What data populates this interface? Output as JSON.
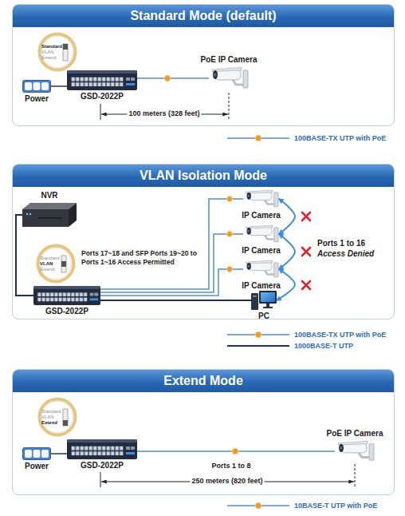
{
  "diagram": {
    "nodes": [
      {
        "text": [
          "Standard Mode (default)"
        ]
      },
      {
        "text": [
          "Standard",
          "VLAN",
          "Extend"
        ],
        "in": 0
      },
      {
        "text": [
          "Power"
        ],
        "in": 0
      },
      {
        "text": [
          "GSD-2022P"
        ],
        "in": 0
      },
      {
        "text": [
          "PoE IP Camera"
        ],
        "in": 0
      },
      {
        "text": [
          "VLAN Isolation Mode"
        ]
      },
      {
        "text": [
          "NVR"
        ],
        "in": 5
      },
      {
        "text": [
          "IP Camera"
        ],
        "in": 5
      },
      {
        "text": [
          "IP Camera"
        ],
        "in": 5
      },
      {
        "text": [
          "Standard",
          "VLAN",
          "Extend"
        ],
        "in": 5
      },
      {
        "text": [
          "IP Camera"
        ],
        "in": 5
      },
      {
        "text": [
          "GSD-2022P"
        ],
        "in": 5
      },
      {
        "text": [
          "PC"
        ],
        "in": 5
      },
      {
        "text": [
          "Extend Mode"
        ]
      },
      {
        "text": [
          "Standard",
          "VLAN",
          "Extend"
        ],
        "in": 13
      },
      {
        "text": [
          "Power"
        ],
        "in": 13
      },
      {
        "text": [
          "GSD-2022P"
        ],
        "in": 13
      },
      {
        "text": [
          "PoE IP Camera"
        ],
        "in": 13
      }
    ],
    "edges": [
      {
        "from": 2,
        "to": 3,
        "arrow": "none"
      },
      {
        "from": 3,
        "to": 4,
        "arrow": "none"
      },
      {
        "from": 6,
        "to": 11,
        "arrow": "none"
      },
      {
        "from": 11,
        "to": 7,
        "arrow": "none"
      },
      {
        "from": 11,
        "to": 8,
        "arrow": "none"
      },
      {
        "from": 11,
        "to": 10,
        "arrow": "none"
      },
      {
        "from": 11,
        "to": 12,
        "arrow": "none"
      },
      {
        "from": 7,
        "to": 8,
        "arrow": "both"
      },
      {
        "from": 8,
        "to": 10,
        "arrow": "both"
      },
      {
        "from": 10,
        "to": 12,
        "arrow": "both"
      },
      {
        "from": 15,
        "to": 16,
        "arrow": "none"
      },
      {
        "from": 16,
        "to": 17,
        "arrow": "none"
      }
    ],
    "labels": [
      "100 meters (328 feet)",
      "Ports 17~18 and SFP Ports 19~20 to Ports 1~16 Access Permitted",
      "Ports 1 to 16",
      "Access Denied",
      "Ports 1 to 8",
      "250 meters (820 feet)"
    ],
    "legend": [
      {
        "text": "100BASE-TX UTP with PoE"
      },
      {
        "text": "100BASE-TX UTP with PoE"
      },
      {
        "text": "1000BASE-T UTP"
      },
      {
        "text": "10BASE-T UTP with PoE"
      }
    ]
  }
}
